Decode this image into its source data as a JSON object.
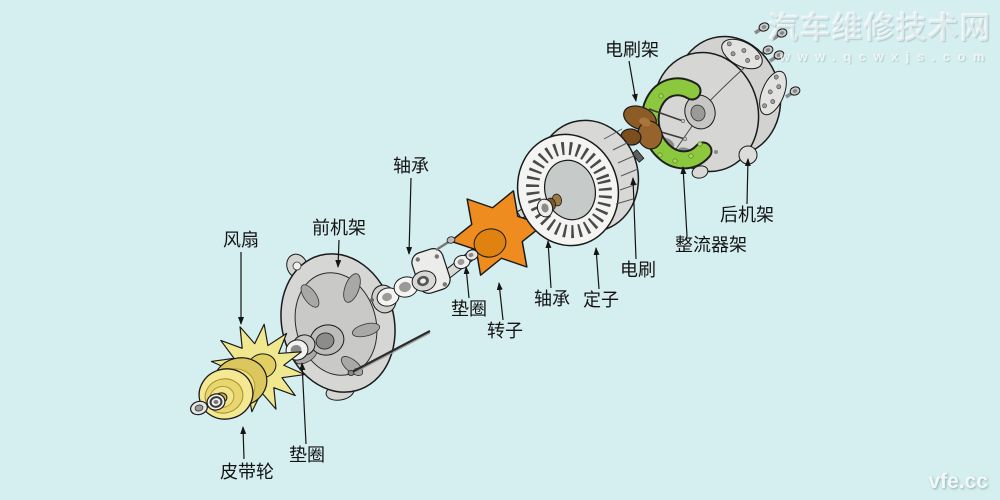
{
  "watermarks": {
    "site_name": "汽车维修技术网",
    "site_url": "www.qcwxjs.com",
    "logo": "vfe.cc"
  },
  "labels": {
    "brush_holder": "电刷架",
    "fan": "风扇",
    "front_bracket": "前机架",
    "bearing_front": "轴承",
    "washer_mid": "垫圈",
    "rotor": "转子",
    "bearing_rear": "轴承",
    "stator": "定子",
    "brush": "电刷",
    "rectifier_frame": "整流器架",
    "rear_bracket": "后机架",
    "washer_front": "垫圈",
    "pulley": "皮带轮"
  },
  "colors": {
    "background": "#d5eef0",
    "fan_yellow": "#f0e88f",
    "pulley_yellow": "#f4e892",
    "rotor_orange": "#ef8c1f",
    "rectifier_green": "#8cc83e",
    "brush_holder_brown": "#8d5c26",
    "metal_gray": "#d6d6d4",
    "line_black": "#1a1a1a"
  }
}
